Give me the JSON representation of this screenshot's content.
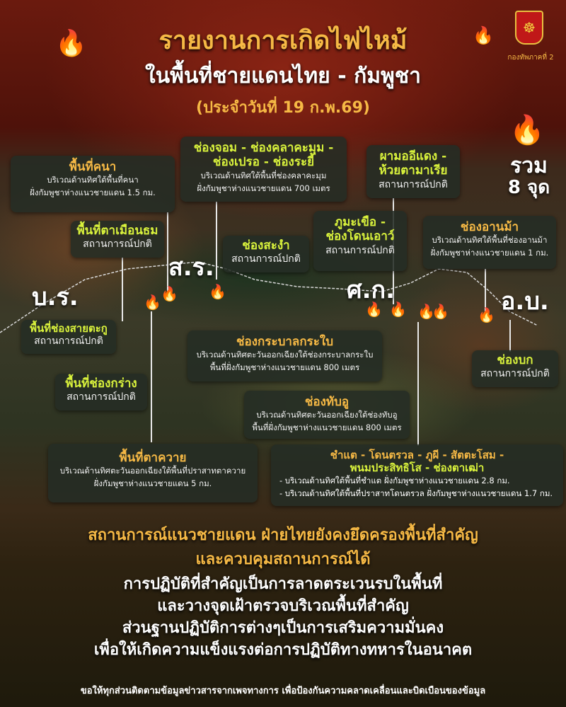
{
  "header": {
    "title": "รายงานการเกิดไฟไหม้",
    "subtitle": "ในพื้นที่ชายแดนไทย - กัมพูชา",
    "date": "(ประจำวันที่ 19 ก.พ.69)",
    "logo_caption": "กองทัพภาคที่ 2",
    "fire_icon": "fire-icon"
  },
  "total": {
    "line1": "รวม",
    "line2": "8 จุด"
  },
  "provinces": {
    "br": "บ.ร.",
    "sr": "ส.ร.",
    "sk": "ศ.ก.",
    "ub": "อ.บ."
  },
  "boxes": {
    "khana": {
      "title": "พื้นที่คนา",
      "lines": [
        "บริเวณด้านทิศใต้พื้นที่คนา",
        "ฝั่งกัมพูชาห่างแนวชายแดน 1.5 กม."
      ]
    },
    "chongchom": {
      "title1": "ช่องจอม - ช่องคลาคะมุม -",
      "title2": "ช่องเปรอ - ช่องระยี้",
      "lines": [
        "บริเวณด้านทิศใต้พื้นที่ช่องคลาคะมุม",
        "ฝั่งกัมพูชาห่างแนวชายแดน 700 เมตร"
      ]
    },
    "phamor": {
      "title1": "ผามออีแดง -",
      "title2": "ห้วยตามาเรีย",
      "status": "สถานการณ์ปกติ"
    },
    "tamuenthom": {
      "title": "พื้นที่ตาเมือนธม",
      "status": "สถานการณ์ปกติ"
    },
    "sangam": {
      "title": "ช่องสะงำ",
      "status": "สถานการณ์ปกติ"
    },
    "phumakhuea": {
      "title1": "ภูมะเขือ -",
      "title2": "ช่องโดนเอาว์",
      "status": "สถานการณ์ปกติ"
    },
    "anma": {
      "title": "ช่องอานม้า",
      "lines": [
        "บริเวณด้านทิศใต้พื้นที่ช่องอานม้า",
        "ฝั่งกัมพูชาห่างแนวชายแดน 1 กม."
      ]
    },
    "saitaku": {
      "title": "พื้นที่ช่องสายตะกู",
      "status": "สถานการณ์ปกติ"
    },
    "krabal": {
      "title": "ช่องกระบาลกระใบ",
      "lines": [
        "บริเวณด้านทิศตะวันออกเฉียงใต้ช่องกระบาลกระใบ",
        "พื้นที่ฝั่งกัมพูชาห่างแนวชายแดน 800 เมตร"
      ]
    },
    "chongbok": {
      "title": "ช่องบก",
      "status": "สถานการณ์ปกติ"
    },
    "krang": {
      "title": "พื้นที่ช่องกร่าง",
      "status": "สถานการณ์ปกติ"
    },
    "thapu": {
      "title": "ช่องทับอู",
      "lines": [
        "บริเวณด้านทิศตะวันออกเฉียงใต้ช่องทับอู",
        "พื้นที่ฝั่งกัมพูชาห่างแนวชายแดน 800 เมตร"
      ]
    },
    "takhwai": {
      "title": "พื้นที่ตาควาย",
      "lines": [
        "บริเวณด้านทิศตะวันออกเฉียงใต้พื้นที่ปราสาทตาควาย",
        "ฝั่งกัมพูชาห่างแนวชายแดน 5 กม."
      ]
    },
    "chamtae": {
      "title1": "ชำแต - โดนตรวล - ภูผี - สัตตะโสม -",
      "title2": "พนมประสิทธิโส - ช่องตาเฒ่า",
      "lines": [
        "- บริเวณด้านทิศใต้พื้นที่ชำแต ฝั่งกัมพูชาห่างแนวชายแดน 2.8 กม.",
        "- บริเวณด้านทิศใต้พื้นที่ปราสาทโดนตรวล ฝั่งกัมพูชาห่างแนวชายแดน 1.7 กม."
      ]
    }
  },
  "summary": {
    "orange": [
      "สถานการณ์แนวชายแดน ฝ่ายไทยยังคงยึดครองพื้นที่สำคัญ",
      "และควบคุมสถานการณ์ได้"
    ],
    "white": [
      "การปฏิบัติที่สำคัญเป็นการลาดตระเวนรบในพื้นที่",
      "และวางจุดเฝ้าตรวจบริเวณพื้นที่สำคัญ",
      "ส่วนฐานปฏิบัติการต่างๆเป็นการเสริมความมั่นคง",
      "เพื่อให้เกิดความแข็งแรงต่อการปฏิบัติทางทหารในอนาคต"
    ],
    "footer": "ขอให้ทุกส่วนติดตามข้อมูลข่าวสารจากเพจทางการ เพื่อป้องกันความคลาดเคลื่อนและบิดเบือนของข้อมูล"
  },
  "colors": {
    "orange": "#f6b945",
    "yellow_green": "#d9f23c",
    "box_bg": "#242c24"
  }
}
